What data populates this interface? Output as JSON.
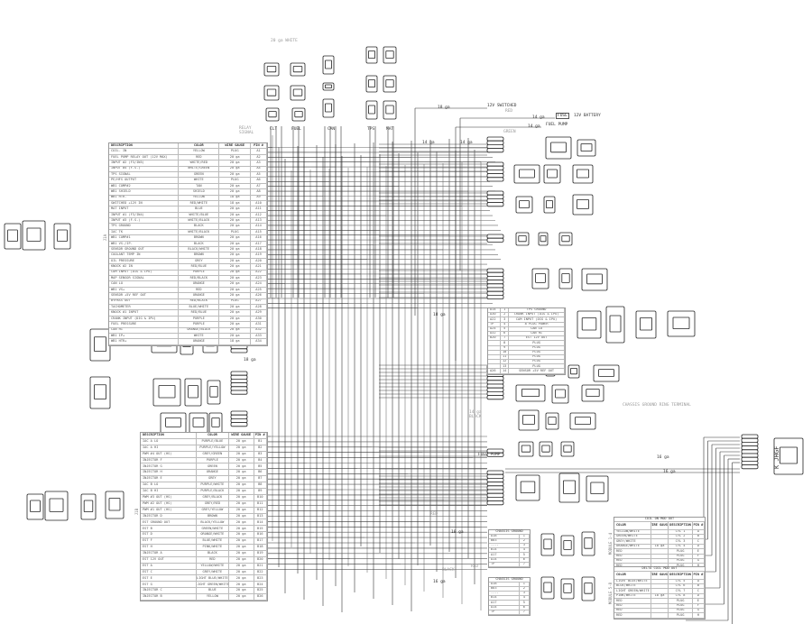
{
  "ecu_a": {
    "side_label": "J1A",
    "headers": [
      "DESCRIPTION",
      "COLOR",
      "WIRE GAUGE",
      "PIN #"
    ],
    "rows": [
      [
        "COIL- IN",
        "YELLOW",
        "PLUG",
        "A1"
      ],
      [
        "FUEL PUMP RELAY OUT (12V MAX)",
        "RED",
        "20 ga",
        "A2"
      ],
      [
        "INPUT #2 (F3/IN5)",
        "WHITE/RED",
        "20 ga",
        "A3"
      ],
      [
        "INPUT #4 (F.S.)",
        "WHITE/GREEN",
        "20 ga",
        "A4"
      ],
      [
        "TPS SIGNAL",
        "GREEN",
        "20 ga",
        "A5"
      ],
      [
        "PE/HFS OUTPUT",
        "WHITE",
        "PLUG",
        "A6"
      ],
      [
        "WB1 COMP#2",
        "TAN",
        "20 ga",
        "A7"
      ],
      [
        "WB1 SHIELD",
        "SHIELD",
        "20 ga",
        "A8"
      ],
      [
        "WB1 HTR-",
        "YELLOW",
        "18 ga",
        "A9"
      ],
      [
        "SWITCHED +12V IN",
        "RED/WHITE",
        "18 ga",
        "A10"
      ],
      [
        "MAT INPUT",
        "BLUE",
        "20 ga",
        "A11"
      ],
      [
        "INPUT #1 (F3/IN4)",
        "WHITE/BLUE",
        "20 ga",
        "A12"
      ],
      [
        "INPUT #3 (F.S.)",
        "WHITE/BLACK",
        "20 ga",
        "A13"
      ],
      [
        "TPS GROUND",
        "BLACK",
        "20 ga",
        "A14"
      ],
      [
        "IAC TK",
        "WHITE/BLACK",
        "PLUG",
        "A15"
      ],
      [
        "WB1 COMP#1",
        "BROWN",
        "20 ga",
        "A16"
      ],
      [
        "WB1 VS-/IP-",
        "BLACK",
        "20 ga",
        "A17"
      ],
      [
        "SENSOR GROUND OUT",
        "BLACK/WHITE",
        "20 ga",
        "A18"
      ],
      [
        "COOLANT TEMP IN",
        "BROWN",
        "20 ga",
        "A19"
      ],
      [
        "OIL PRESSURE",
        "GREY",
        "20 ga",
        "A20"
      ],
      [
        "KNOCK #2 IN",
        "RED/BLUE",
        "20 ga",
        "A21"
      ],
      [
        "CAM INPUT (DIG & IPU)",
        "PURPLE",
        "20 ga",
        "A22"
      ],
      [
        "MAP SENSOR SIGNAL",
        "RED/BLACK",
        "20 ga",
        "A23"
      ],
      [
        "CAN LO",
        "ORANGE",
        "20 ga",
        "A24"
      ],
      [
        "WB1 VS+",
        "RED",
        "20 ga",
        "A25"
      ],
      [
        "SENSOR +5V REF OUT",
        "ORANGE",
        "20 ga",
        "A26"
      ],
      [
        "BYPASS OUT",
        "RED/BLACK",
        "PLUG",
        "A27"
      ],
      [
        "TACHOMETER",
        "BLUE/WHITE",
        "20 ga",
        "A28"
      ],
      [
        "KNOCK #1 INPUT",
        "RED/BLUE",
        "20 ga",
        "A29"
      ],
      [
        "CRANK INPUT (DIG & IPU)",
        "PURPLE",
        "20 ga",
        "A30"
      ],
      [
        "FUEL PRESSURE",
        "PURPLE",
        "20 ga",
        "A31"
      ],
      [
        "CAN HI",
        "ORANGE/BLACK",
        "20 ga",
        "A32"
      ],
      [
        "WB1 IP+",
        "WHITE",
        "20 ga",
        "A33"
      ],
      [
        "WB1 HTR+",
        "ORANGE",
        "18 ga",
        "A34"
      ]
    ]
  },
  "ecu_b": {
    "side_label": "J1B",
    "headers": [
      "DESCRIPTION",
      "COLOR",
      "WIRE GAUGE",
      "PIN #"
    ],
    "rows": [
      [
        "IAC A LO",
        "PURPLE/BLUE",
        "20 ga",
        "B1"
      ],
      [
        "IAC A HI",
        "PURPLE/YELLOW",
        "20 ga",
        "B2"
      ],
      [
        "PWM #4 OUT (HS)",
        "GREY/GREEN",
        "20 ga",
        "B3"
      ],
      [
        "INJECTOR F",
        "PURPLE",
        "20 ga",
        "B4"
      ],
      [
        "INJECTOR G",
        "GREEN",
        "20 ga",
        "B5"
      ],
      [
        "INJECTOR H",
        "ORANGE",
        "20 ga",
        "B6"
      ],
      [
        "INJECTOR E",
        "GREY",
        "20 ga",
        "B7"
      ],
      [
        "IAC B LO",
        "PURPLE/WHITE",
        "20 ga",
        "B8"
      ],
      [
        "IAC B HI",
        "PURPLE/BLACK",
        "20 ga",
        "B9"
      ],
      [
        "PWM #3 OUT (HS)",
        "GREY/BLACK",
        "20 ga",
        "B10"
      ],
      [
        "PWM #2 OUT (HS)",
        "GREY/RED",
        "20 ga",
        "B11"
      ],
      [
        "PWM #1 OUT (HS)",
        "GREY/YELLOW",
        "20 ga",
        "B12"
      ],
      [
        "INJECTOR D",
        "BROWN",
        "20 ga",
        "B13"
      ],
      [
        "EST GROUND OUT",
        "BLACK/YELLOW",
        "20 ga",
        "B14"
      ],
      [
        "EST B",
        "GREEN/WHITE",
        "20 ga",
        "B15"
      ],
      [
        "EST D",
        "ORANGE/WHITE",
        "20 ga",
        "B16"
      ],
      [
        "EST F",
        "BLUE/WHITE",
        "20 ga",
        "B17"
      ],
      [
        "EST H",
        "PINK/WHITE",
        "20 ga",
        "B18"
      ],
      [
        "INJECTOR A",
        "BLACK",
        "20 ga",
        "B19"
      ],
      [
        "EST 12V OUT",
        "RED",
        "20 ga",
        "B20"
      ],
      [
        "EST A",
        "YELLOW/WHITE",
        "20 ga",
        "B21"
      ],
      [
        "EST C",
        "GREY/WHITE",
        "20 ga",
        "B22"
      ],
      [
        "EST E",
        "LIGHT BLUE/WHITE",
        "20 ga",
        "B23"
      ],
      [
        "EST G",
        "LIGHT GREEN/WHITE",
        "20 ga",
        "B24"
      ],
      [
        "INJECTOR C",
        "BLUE",
        "20 ga",
        "B25"
      ],
      [
        "INJECTOR B",
        "YELLOW",
        "20 ga",
        "B26"
      ]
    ]
  },
  "dist_table": {
    "rows": [
      [
        "A14",
        "1",
        "TPS GROUND"
      ],
      [
        "A30",
        "2",
        "CRANK INPUT (DIG & IPU)"
      ],
      [
        "A22",
        "3",
        "CAM INPUT (DIG & IPU)"
      ],
      [
        "TP",
        "4",
        "8 PLUG POWER"
      ],
      [
        "A24",
        "5",
        "CAN LO"
      ],
      [
        "A32",
        "6",
        "CAN HI"
      ],
      [
        "B20",
        "7",
        "EST 12V OUT"
      ],
      [
        "",
        "8",
        "PLUG"
      ],
      [
        "",
        "9",
        "PLUG"
      ],
      [
        "",
        "10",
        "PLUG"
      ],
      [
        "",
        "11",
        "PLUG"
      ],
      [
        "",
        "12",
        "PLUG"
      ],
      [
        "",
        "13",
        "PLUG"
      ],
      [
        "A26",
        "14",
        "SENSOR +5V REF OUT"
      ]
    ]
  },
  "coil_a": {
    "title": "COIL ON MOD OUT",
    "side_label": "MODULE 1-4",
    "headers": [
      "COLOR",
      "WIRE GAUGE",
      "DESCRIPTION",
      "PIN #"
    ],
    "gauge": "18 ga",
    "rows": [
      [
        "YELLOW/WHITE",
        "CYL 1",
        "A"
      ],
      [
        "GREEN/WHITE",
        "CYL 2",
        "B"
      ],
      [
        "GREY/WHITE",
        "CYL 3",
        "C"
      ],
      [
        "ORANGE/WHITE",
        "CYL 4",
        "D"
      ],
      [
        "RED",
        "PLUG",
        "E"
      ],
      [
        "RED",
        "PLUG",
        "F"
      ],
      [
        "RED",
        "PLUG",
        "G"
      ],
      [
        "RED",
        "PLUG",
        "H"
      ]
    ]
  },
  "coil_b": {
    "title": "DELTA COIL MOD OUT",
    "side_label": "MODULE 5-8",
    "headers": [
      "COLOR",
      "WIRE GAUGE",
      "DESCRIPTION",
      "PIN #"
    ],
    "gauge": "18 ga",
    "rows": [
      [
        "LIGHT BLUE/WHITE",
        "CYL 5",
        "A"
      ],
      [
        "BLUE/WHITE",
        "CYL 6",
        "B"
      ],
      [
        "LIGHT GREEN/WHITE",
        "CYL 7",
        "C"
      ],
      [
        "PINK/WHITE",
        "CYL 8",
        "D"
      ],
      [
        "RED",
        "PLUG",
        "E"
      ],
      [
        "RED",
        "PLUG",
        "F"
      ],
      [
        "RED",
        "PLUG",
        "G"
      ],
      [
        "RED",
        "PLUG",
        "H"
      ]
    ]
  },
  "ground_a": {
    "title": "CHASSIS GROUND",
    "rows": [
      [
        "A18",
        "1"
      ],
      [
        "B03",
        "2"
      ],
      [
        "----",
        "3"
      ],
      [
        "B14",
        "4"
      ],
      [
        "A17",
        "5"
      ],
      [
        "A14",
        "6"
      ],
      [
        "TP",
        "7"
      ]
    ]
  },
  "ground_b": {
    "title": "CHASSIS GROUND",
    "rows": [
      [
        "A18",
        "1"
      ],
      [
        "B03",
        "2"
      ],
      [
        "----",
        "3"
      ],
      [
        "B14",
        "4"
      ],
      [
        "A17",
        "5"
      ],
      [
        "A14",
        "6"
      ],
      [
        "TP",
        "7"
      ]
    ]
  },
  "labels": {
    "switched": "12V SWITCHED",
    "red": "RED",
    "battery": "12V BATTERY",
    "fuse": "FUSE",
    "fuel_pump": "FUEL PUMP",
    "green": "GREEN",
    "g14a": "14 ga",
    "g14b": "14 ga",
    "g14c": "14 ga",
    "g14d": "14 ga",
    "g18a": "18 ga",
    "g18b": "18 ga",
    "g18c": "18 ga",
    "g18d": "18 ga",
    "g16a": "16 ga",
    "g16b": "16 ga",
    "g16c": "16 ga",
    "white20": "20 ga WHITE",
    "relay": "RELAY SIGNAL",
    "chassis_ring": "CHASSIS GROUND RING TERMINAL",
    "black14": "14 ga BLACK",
    "black": "BLACK",
    "red2": "RED",
    "red3": "RED",
    "fuel_pump2": "FUEL PUMP",
    "conn_letters": "K JHGF",
    "top_conns": [
      "CLT",
      "FUEL",
      "CAN",
      "TPS",
      "MAT"
    ]
  }
}
